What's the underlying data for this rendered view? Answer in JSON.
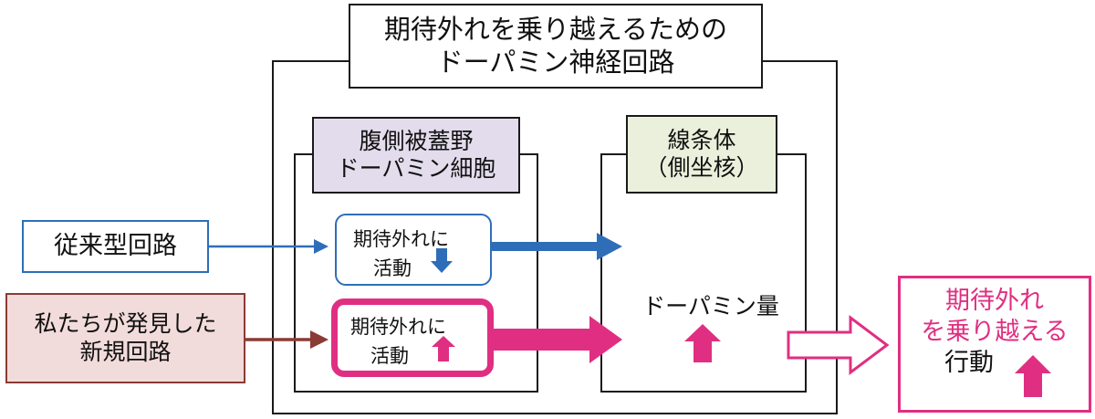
{
  "title": {
    "line1": "期待外れを乗り越えるための",
    "line2": "ドーパミン神経回路"
  },
  "vta": {
    "line1": "腹側被蓋野",
    "line2": "ドーパミン細胞"
  },
  "striatum": {
    "line1": "線条体",
    "line2": "（側坐核）"
  },
  "conventional_circuit": "従来型回路",
  "new_circuit": {
    "line1": "私たちが発見した",
    "line2": "新規回路"
  },
  "conventional_activity": {
    "line1": "期待外れに",
    "line2": "活動"
  },
  "new_activity": {
    "line1": "期待外れに",
    "line2": "活動"
  },
  "dopamine_amount": "ドーパミン量",
  "outcome": {
    "line1": "期待外れ",
    "line2": "を乗り越える",
    "line3": "行動"
  },
  "colors": {
    "blue": "#2e6eb8",
    "pink": "#e02f82",
    "maroon": "#8b3a35",
    "vta_fill": "#e2dcec",
    "striatum_fill": "#ebf0dc",
    "new_circuit_fill": "#f2dcdb"
  }
}
